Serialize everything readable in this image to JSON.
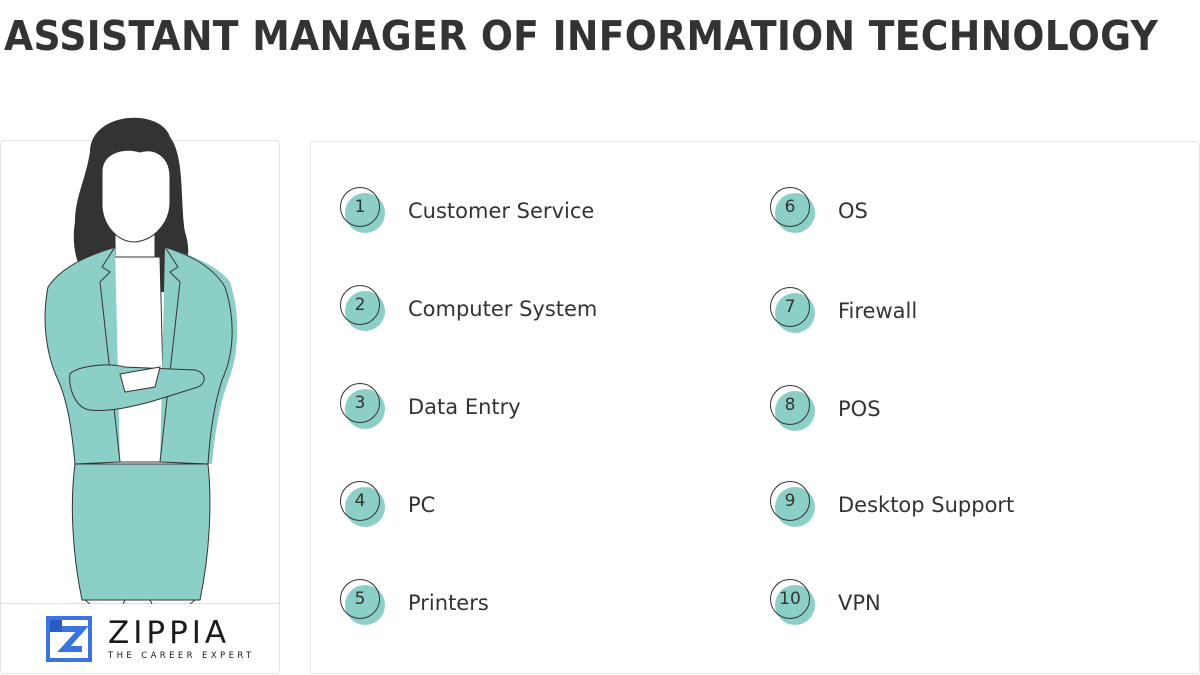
{
  "header": {
    "title": "ASSISTANT MANAGER OF INFORMATION TECHNOLOGY"
  },
  "colors": {
    "accent": "#8ccfc7",
    "text": "#333333",
    "hair": "#333333",
    "brand_blue": "#3b73e0"
  },
  "skills": {
    "left_column": [
      {
        "number": "1",
        "label": "Customer Service"
      },
      {
        "number": "2",
        "label": "Computer System"
      },
      {
        "number": "3",
        "label": "Data Entry"
      },
      {
        "number": "4",
        "label": "PC"
      },
      {
        "number": "5",
        "label": "Printers"
      }
    ],
    "right_column": [
      {
        "number": "6",
        "label": "OS"
      },
      {
        "number": "7",
        "label": "Firewall"
      },
      {
        "number": "8",
        "label": "POS"
      },
      {
        "number": "9",
        "label": "Desktop Support"
      },
      {
        "number": "10",
        "label": "VPN"
      }
    ]
  },
  "brand": {
    "name": "ZIPPIA",
    "tagline": "THE CAREER EXPERT",
    "logo_icon": "zippia-z-logo-icon"
  },
  "illustration": {
    "subject": "businesswoman-arms-crossed-illustration"
  }
}
